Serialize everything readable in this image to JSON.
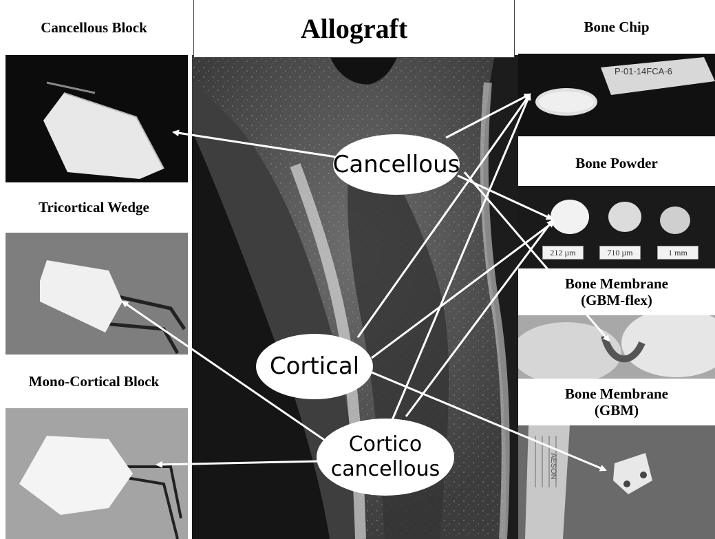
{
  "title": "Allograft",
  "left_panels": [
    {
      "label": "Cancellous Block"
    },
    {
      "label": "Tricortical Wedge"
    },
    {
      "label": "Mono-Cortical Block"
    }
  ],
  "right_panels": [
    {
      "label": "Bone Chip",
      "tube_text": "P-01-14FCA-6"
    },
    {
      "label": "Bone Powder",
      "sizes": [
        "212 µm",
        "710 µm",
        "1 mm"
      ]
    },
    {
      "label_lines": [
        "Bone Membrane",
        "(GBM-flex)"
      ]
    },
    {
      "label_lines": [
        "Bone Membrane",
        "(GBM)"
      ],
      "instrument_text": "AESON"
    }
  ],
  "ovals": {
    "cancellous": "Cancellous",
    "cortical": "Cortical",
    "cortico_lines": [
      "Cortico",
      "cancellous"
    ]
  }
}
